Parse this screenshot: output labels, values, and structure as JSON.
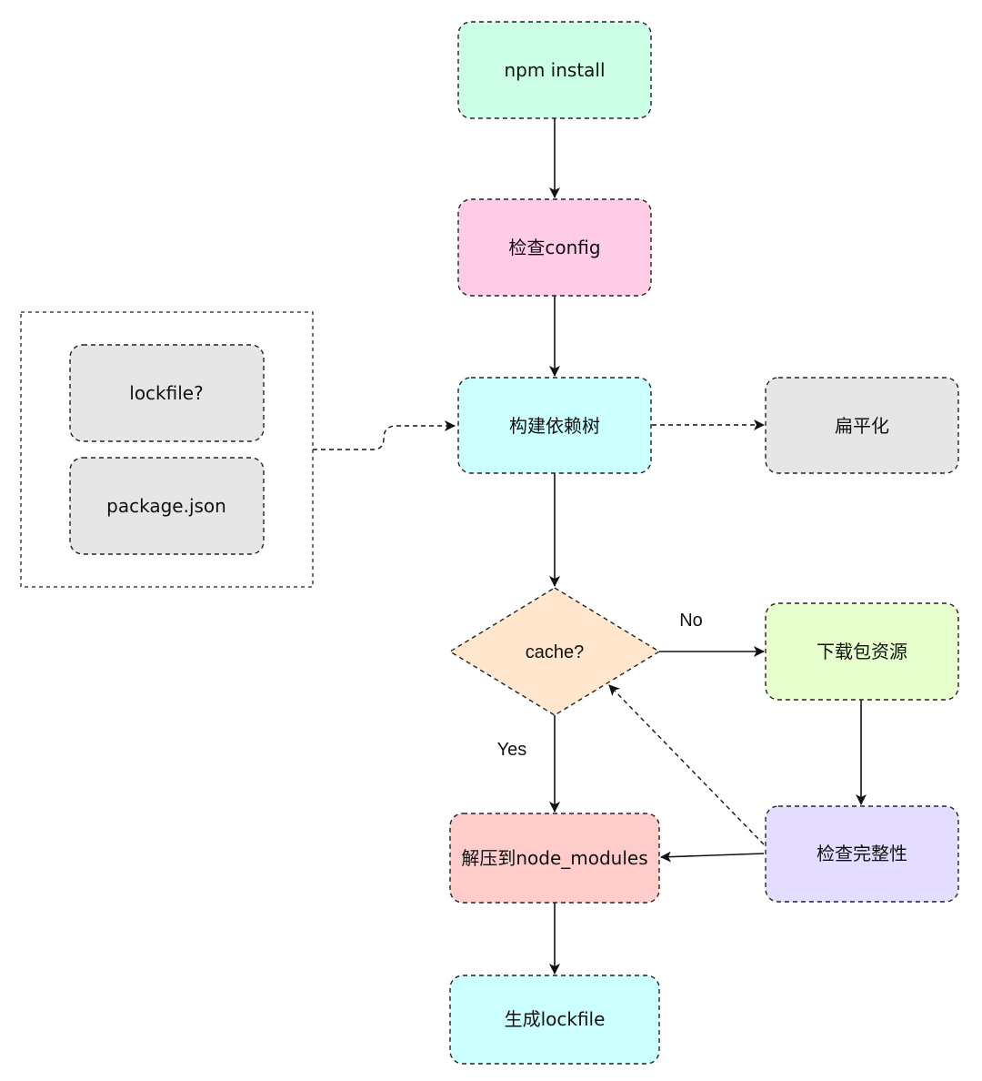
{
  "nodes": {
    "npm_install": {
      "label": "npm install",
      "color": "#ccffe6"
    },
    "check_config": {
      "label": "检查config",
      "color": "#ffcce6"
    },
    "build_tree": {
      "label": "构建依赖树",
      "color": "#ccffff"
    },
    "flatten": {
      "label": "扁平化",
      "color": "#e6e6e6"
    },
    "lockfile_q": {
      "label": "lockfile?",
      "color": "#e6e6e6"
    },
    "package_json": {
      "label": "package.json",
      "color": "#e6e6e6"
    },
    "cache_q": {
      "label": "cache?",
      "color": "#ffe6cc"
    },
    "download": {
      "label": "下载包资源",
      "color": "#e6ffcc"
    },
    "check_integrity": {
      "label": "检查完整性",
      "color": "#e5ddff"
    },
    "extract": {
      "label": "解压到node_modules",
      "color": "#ffcccc"
    },
    "gen_lockfile": {
      "label": "生成lockfile",
      "color": "#ccffff"
    }
  },
  "edges": {
    "no_label": "No",
    "yes_label": "Yes"
  }
}
